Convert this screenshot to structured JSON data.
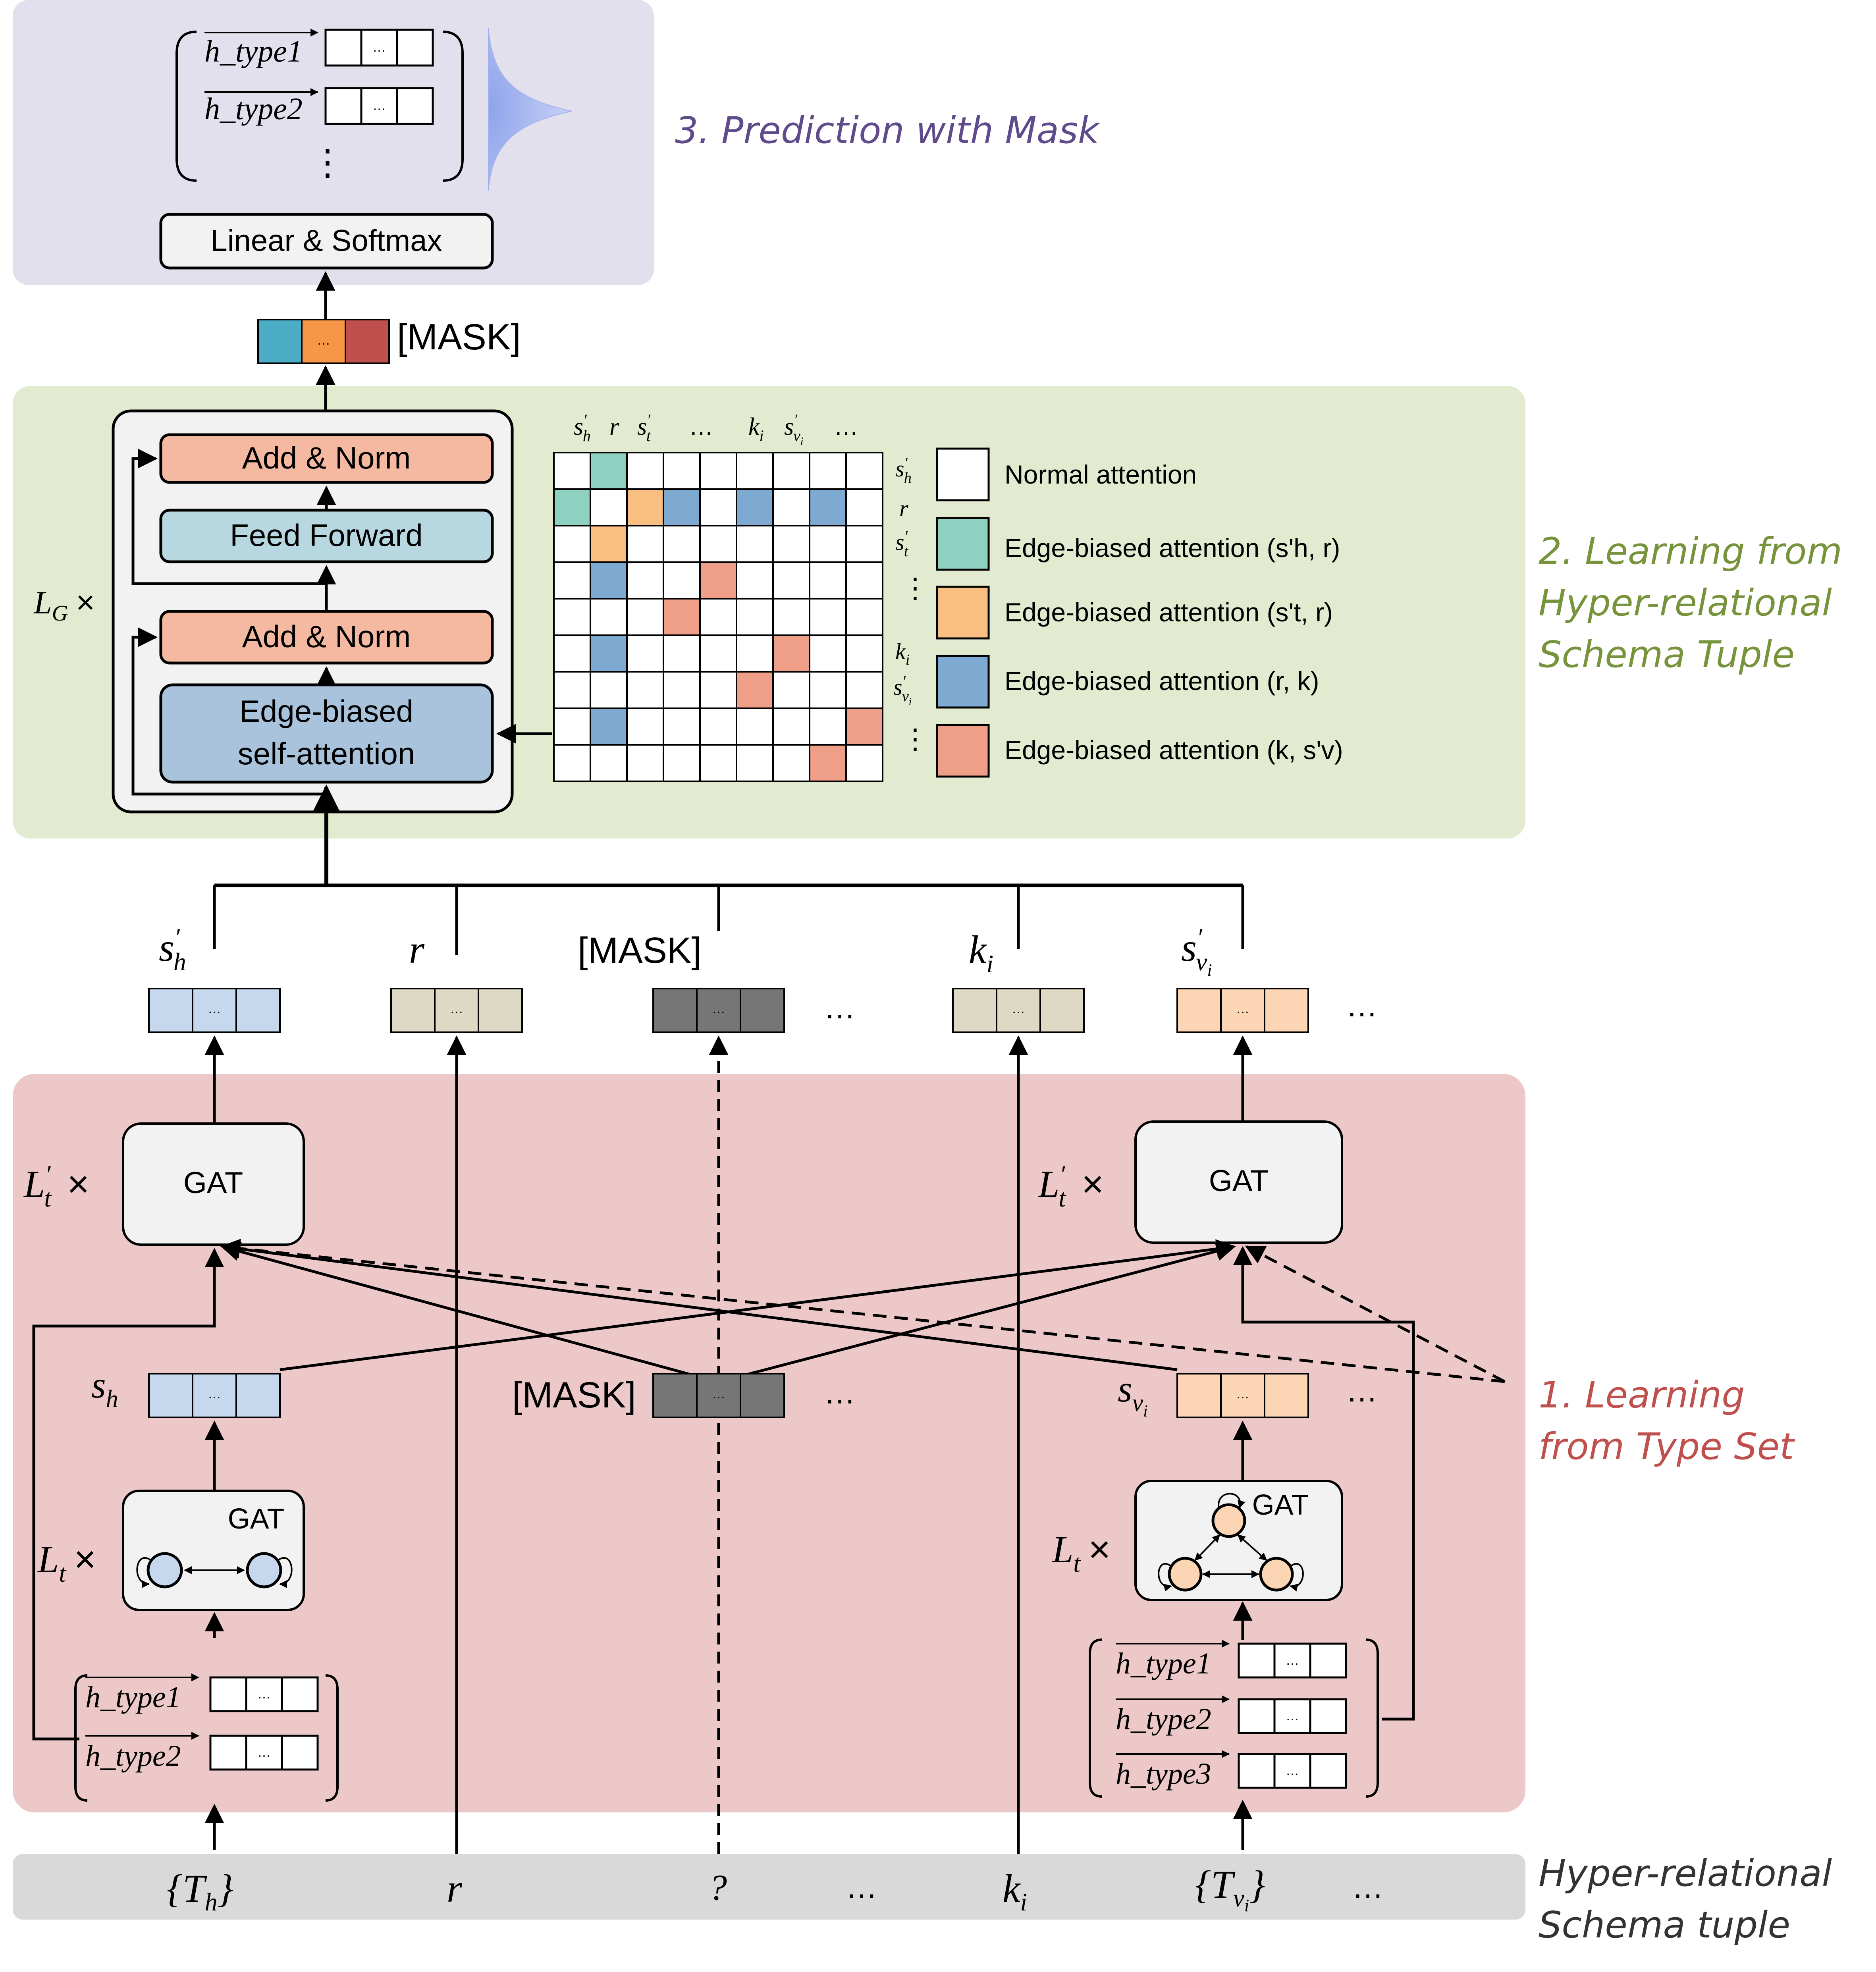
{
  "sections": {
    "prediction_label": "3. Prediction with Mask",
    "learning_tuple_label": [
      "2. Learning from",
      "Hyper-relational",
      "Schema Tuple"
    ],
    "learning_typeset_label": [
      "1. Learning",
      "from Type Set"
    ],
    "input_label": [
      "Hyper-relational",
      "Schema tuple"
    ]
  },
  "prediction": {
    "output_rows": [
      "h_type1",
      "h_type2"
    ],
    "vdots": "⋮",
    "linear_softmax": "Linear & Softmax",
    "mask_label": "[MASK]",
    "cell_dots": "…"
  },
  "transformer": {
    "repeat_label": "L",
    "repeat_sub": "G",
    "times": "×",
    "add_norm_top": "Add & Norm",
    "feed_forward": "Feed Forward",
    "add_norm_bottom": "Add & Norm",
    "attention_line1": "Edge-biased",
    "attention_line2": "self-attention"
  },
  "attention_matrix": {
    "col_labels": [
      "s'h",
      "r",
      "s't",
      "…",
      "ki",
      "s'vi",
      "…"
    ],
    "row_labels": [
      "s'h",
      "r",
      "s't",
      "⋮",
      "ki",
      "s'vi",
      "⋮"
    ],
    "grid": [
      [
        0,
        1,
        0,
        0,
        0,
        0,
        0,
        0,
        0
      ],
      [
        1,
        0,
        2,
        3,
        0,
        3,
        0,
        3,
        0
      ],
      [
        0,
        2,
        0,
        0,
        0,
        0,
        0,
        0,
        0
      ],
      [
        0,
        3,
        0,
        0,
        4,
        0,
        0,
        0,
        0
      ],
      [
        0,
        0,
        0,
        4,
        0,
        0,
        0,
        0,
        0
      ],
      [
        0,
        3,
        0,
        0,
        0,
        0,
        4,
        0,
        0
      ],
      [
        0,
        0,
        0,
        0,
        0,
        4,
        0,
        0,
        0
      ],
      [
        0,
        3,
        0,
        0,
        0,
        0,
        0,
        0,
        4
      ],
      [
        0,
        0,
        0,
        0,
        0,
        0,
        0,
        4,
        0
      ]
    ],
    "colors": [
      "#ffffff",
      "#8fd1c0",
      "#f9bf80",
      "#7eaad2",
      "#ef9f87"
    ]
  },
  "legend": [
    {
      "label": "Normal attention",
      "color": "#ffffff"
    },
    {
      "label": "Edge-biased attention (s'h, r)",
      "color": "#8fd1c0"
    },
    {
      "label": "Edge-biased attention (s't, r)",
      "color": "#f9bf80"
    },
    {
      "label": "Edge-biased attention (r, k)",
      "color": "#7eaad2"
    },
    {
      "label": "Edge-biased attention (k, s'v)",
      "color": "#ef9f87"
    }
  ],
  "tokens": {
    "top_labels": [
      "s'h",
      "r",
      "[MASK]",
      "ki",
      "s'vi"
    ],
    "mid_labels": [
      "sh",
      "[MASK]",
      "svi"
    ],
    "ellipsis": "…"
  },
  "gat": {
    "label": "GAT",
    "lt_prime": "L't",
    "lt": "Lt",
    "times": "×"
  },
  "type_sets": {
    "left": [
      "h_type1",
      "h_type2"
    ],
    "right": [
      "h_type1",
      "h_type2",
      "h_type3"
    ]
  },
  "inputs": [
    "{Th}",
    "r",
    "?",
    "…",
    "ki",
    "{Tvi}",
    "…"
  ],
  "colors": {
    "prediction_bg": "#e3e0ee",
    "tuple_bg": "#e2ead0",
    "typeset_bg": "#ecc8c9",
    "input_bg": "#d9d9d9",
    "prediction_text": "#5f4b8b",
    "tuple_text": "#77933c",
    "typeset_text": "#c0504d",
    "add_norm": "#f4b9a0",
    "feed_forward": "#b7d8e0",
    "self_attention": "#a9c3dc",
    "token_blue": "#c6d8ee",
    "token_tan": "#ddd9c4",
    "token_dark": "#767676",
    "token_orange": "#fbd5b4",
    "mask_teal": "#4bacc6",
    "mask_orange": "#f79646",
    "mask_red": "#c0504d"
  }
}
